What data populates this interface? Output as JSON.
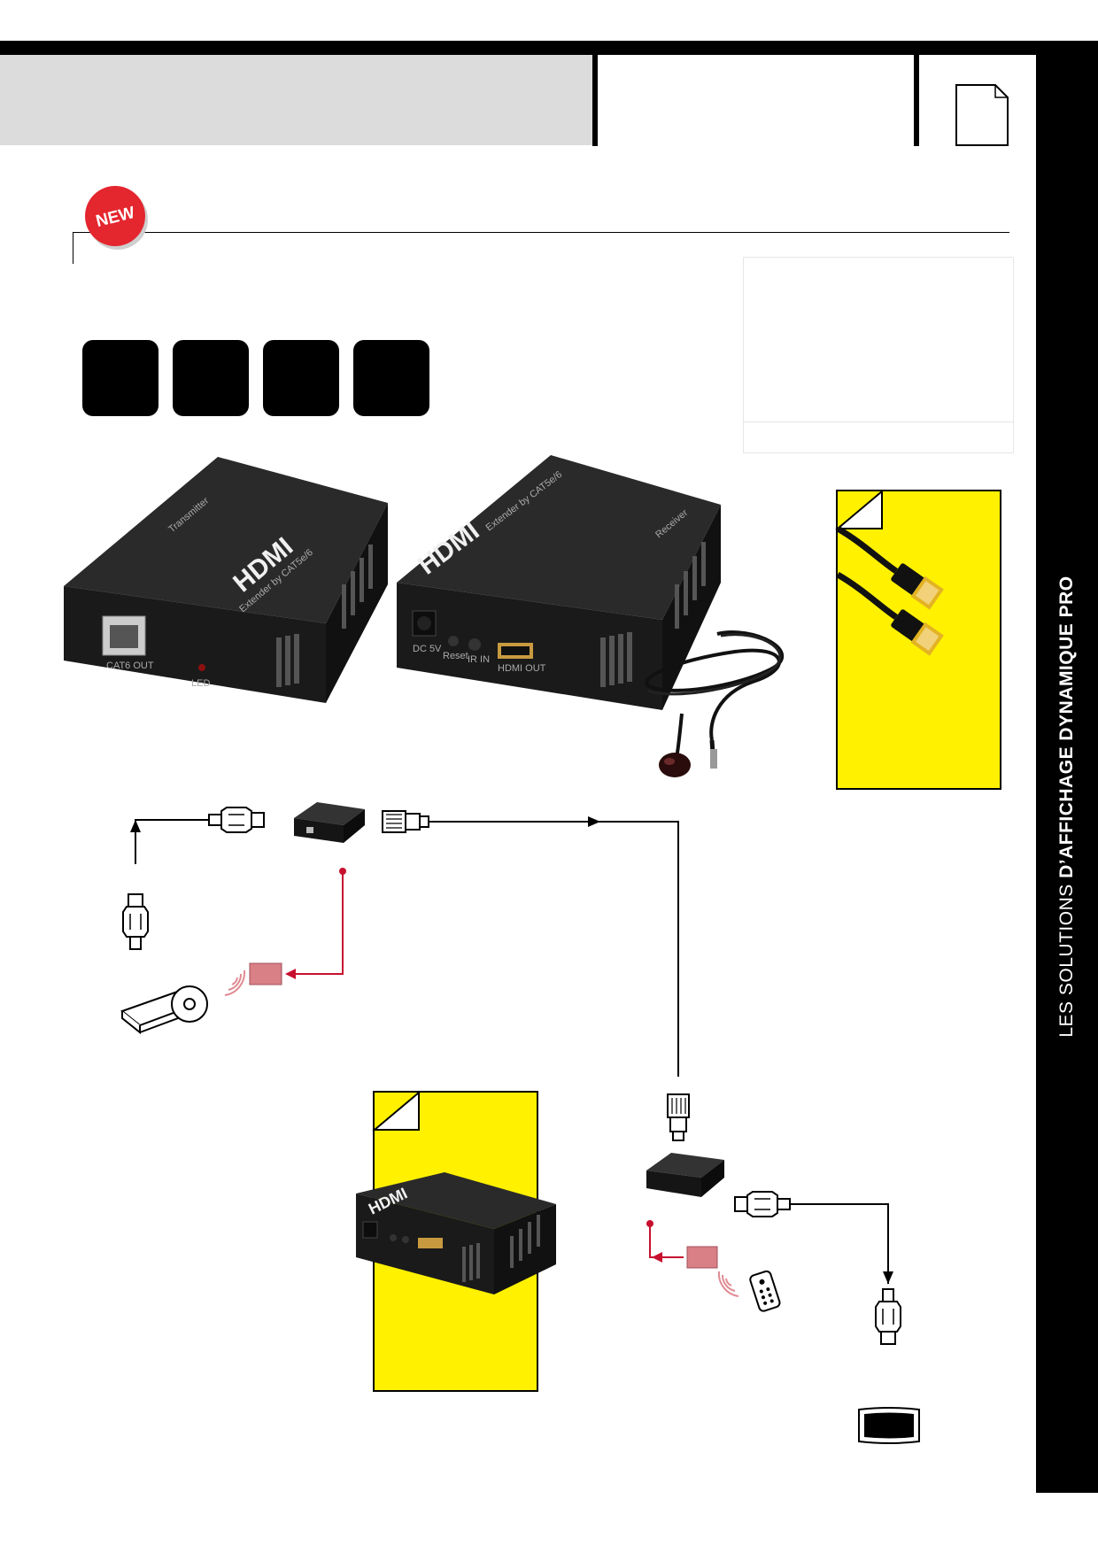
{
  "badge": {
    "label": "NEW",
    "color": "#e4262f"
  },
  "sidebar": {
    "prefix": "LES SOLUTIONS",
    "title": "D’AFFICHAGE DYNAMIQUE PRO"
  },
  "transmitter": {
    "brand": "HDMI",
    "model": "Extender by CAT5e/6",
    "role": "Transmitter",
    "port": "CAT6 OUT",
    "led": "LED"
  },
  "receiver": {
    "brand": "HDMI",
    "model": "Extender by CAT5e/6",
    "role": "Receiver",
    "ports": [
      "DC 5V",
      "Reset",
      "IR IN",
      "HDMI OUT"
    ]
  },
  "colors": {
    "accent_yellow": "#fff100",
    "ir_red": "#c8102e",
    "ir_box": "#d97f86"
  },
  "icons": [
    "document-icon",
    "hdmi-plug-icon",
    "rj45-plug-icon",
    "dvd-player-icon",
    "ir-signal-icon",
    "remote-icon",
    "tv-icon",
    "ir-eye-icon",
    "network-cable-icon"
  ]
}
